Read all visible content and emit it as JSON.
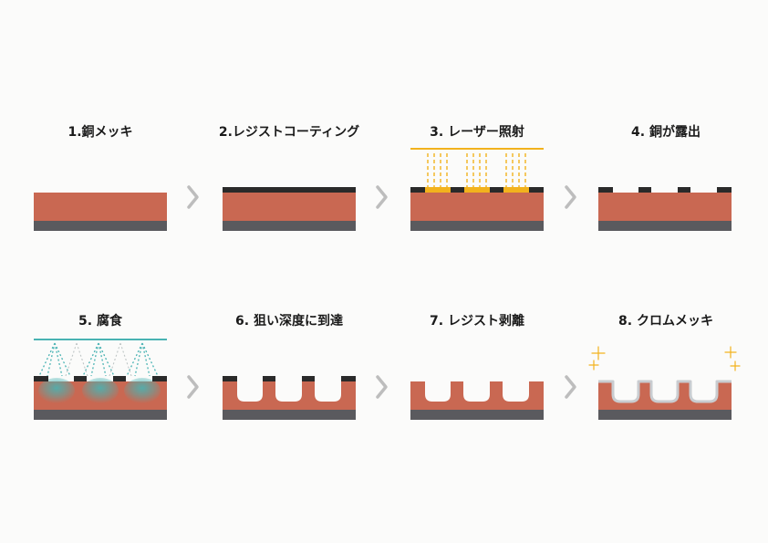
{
  "steps": [
    {
      "label": "1.銅メッキ"
    },
    {
      "label": "2.レジストコーティング"
    },
    {
      "label": "3. レーザー照射"
    },
    {
      "label": "4. 銅が露出"
    },
    {
      "label": "5. 腐食"
    },
    {
      "label": "6. 狙い深度に到達"
    },
    {
      "label": "7. レジスト剥離"
    },
    {
      "label": "8. クロムメッキ"
    }
  ],
  "colors": {
    "copper": "#c96852",
    "base": "#5a5a5e",
    "resist": "#2a2a2a",
    "laser": "#f2b21d",
    "etchant": "#49b3b3",
    "chrome": "#c9ccd0",
    "arrow": "#bdbdbd",
    "sparkle": "#f2b21d"
  },
  "icons": {
    "arrow": "chevron-right-icon",
    "sparkle": "sparkle-icon"
  }
}
